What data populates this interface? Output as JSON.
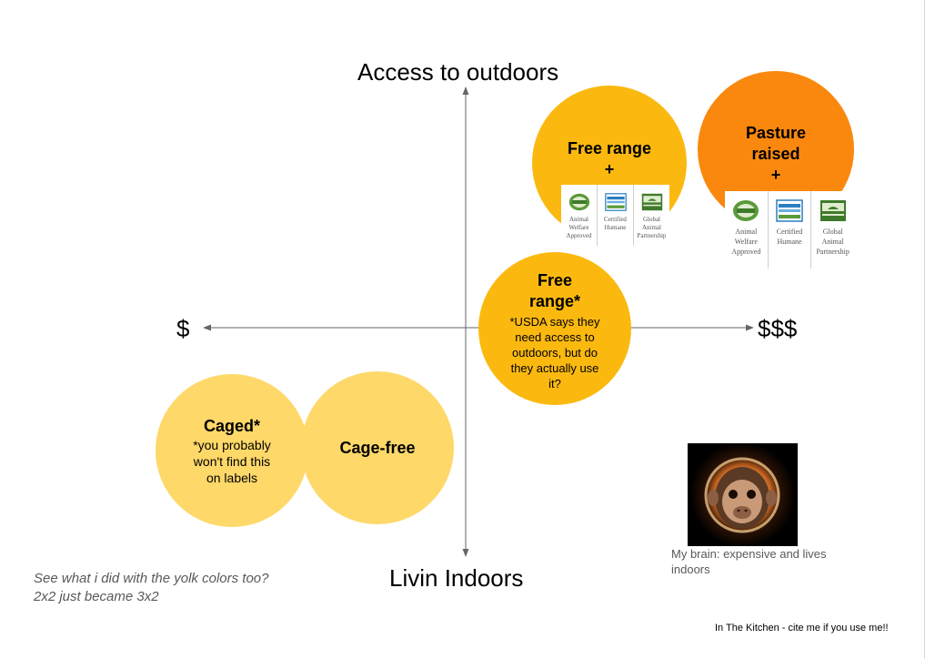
{
  "axes": {
    "top": "Access to outdoors",
    "bottom": "Livin Indoors",
    "left": "$",
    "right": "$$$"
  },
  "circles": {
    "caged": {
      "title": "Caged*",
      "note": [
        "*you probably",
        "won't find this",
        "on labels"
      ]
    },
    "cage_free": {
      "title": "Cage-free"
    },
    "free_range": {
      "title": [
        "Free",
        "range*"
      ],
      "note": [
        "*USDA says they",
        "need access to",
        "outdoors, but do",
        "they actually use",
        "it?"
      ]
    },
    "free_range_plus": {
      "title": [
        "Free range",
        "+"
      ]
    },
    "pasture_raised_plus": {
      "title": [
        "Pasture",
        "raised",
        "+"
      ]
    }
  },
  "certifications": {
    "free_range_plus": [
      {
        "name": [
          "Animal",
          "Welfare",
          "Approved"
        ],
        "icon": "animal-welfare-approved-logo"
      },
      {
        "name": [
          "Certified",
          "Humane"
        ],
        "icon": "certified-humane-logo"
      },
      {
        "name": [
          "Global",
          "Animal",
          "Partnership"
        ],
        "icon": "global-animal-partnership-logo"
      }
    ],
    "pasture_raised_plus": [
      {
        "name": [
          "Animal",
          "Welfare",
          "Approved"
        ],
        "icon": "animal-welfare-approved-logo"
      },
      {
        "name": [
          "Certified",
          "Humane"
        ],
        "icon": "certified-humane-logo"
      },
      {
        "name": [
          "Global",
          "Animal",
          "Partnership"
        ],
        "icon": "global-animal-partnership-logo"
      }
    ]
  },
  "photo_caption": "My brain: expensive and lives indoors",
  "yolk_note": [
    "See what i did with the yolk colors too?",
    "2x2 just became 3x2"
  ],
  "footer": "In The Kitchen - cite me if you use me!!",
  "colors": {
    "pale_yolk": "#fed869",
    "yolk": "#fbb910",
    "deep_yolk": "#fa880e",
    "axis": "#666666",
    "logo_green": "#5a9a3a",
    "logo_blue": "#2a7fc1"
  }
}
